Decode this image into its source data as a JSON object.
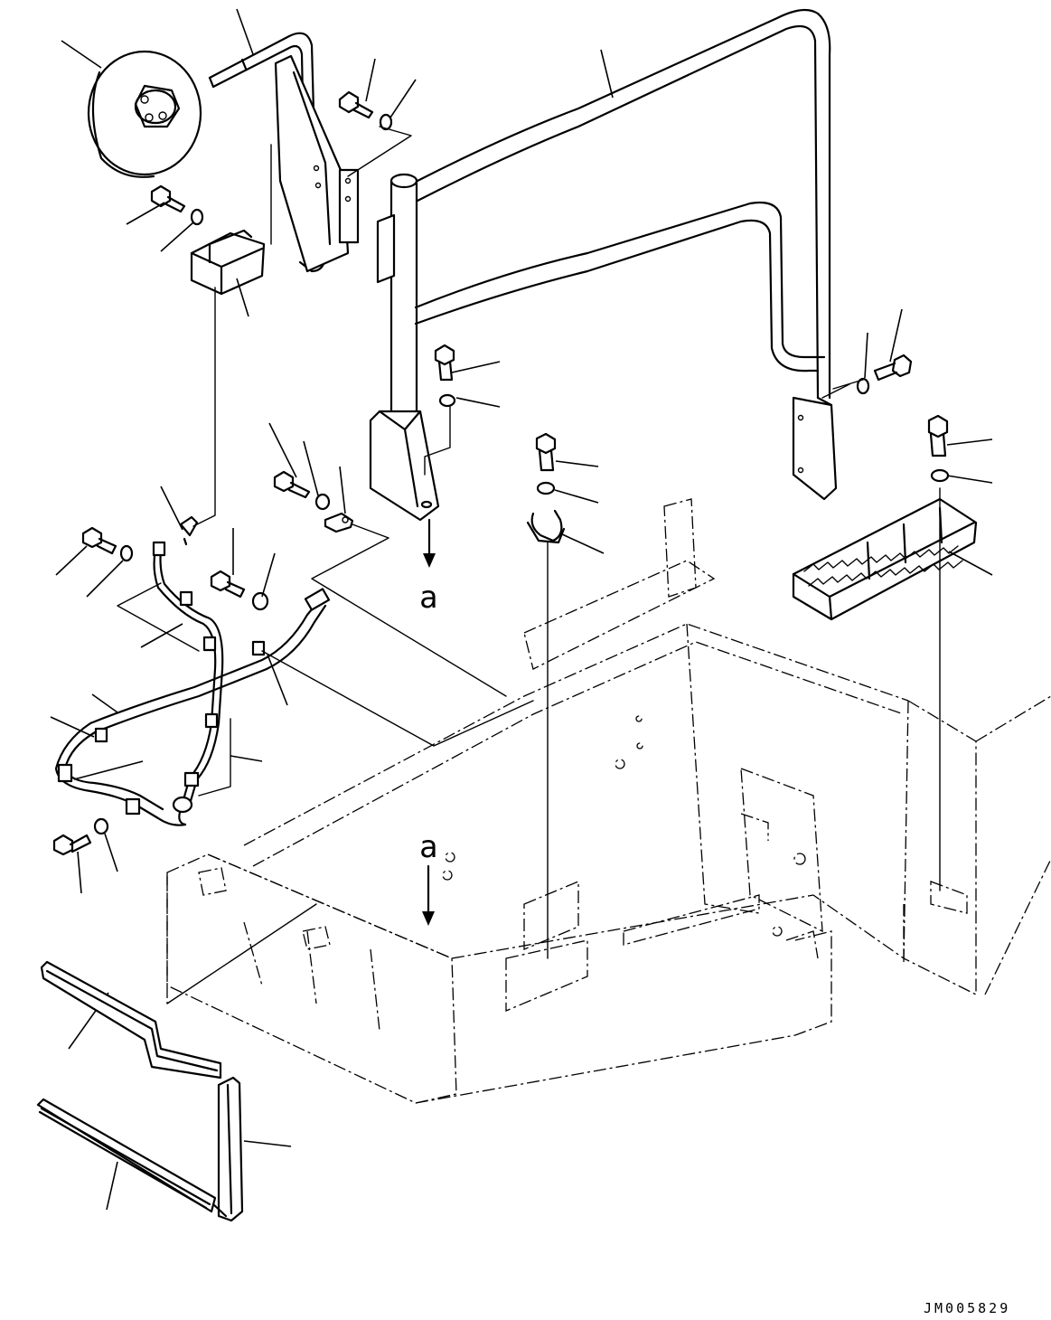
{
  "figure": {
    "drawing_code": "JM005829",
    "view_markers": [
      {
        "id": "marker-top",
        "letter": "a"
      },
      {
        "id": "marker-bottom",
        "letter": "a"
      }
    ]
  }
}
